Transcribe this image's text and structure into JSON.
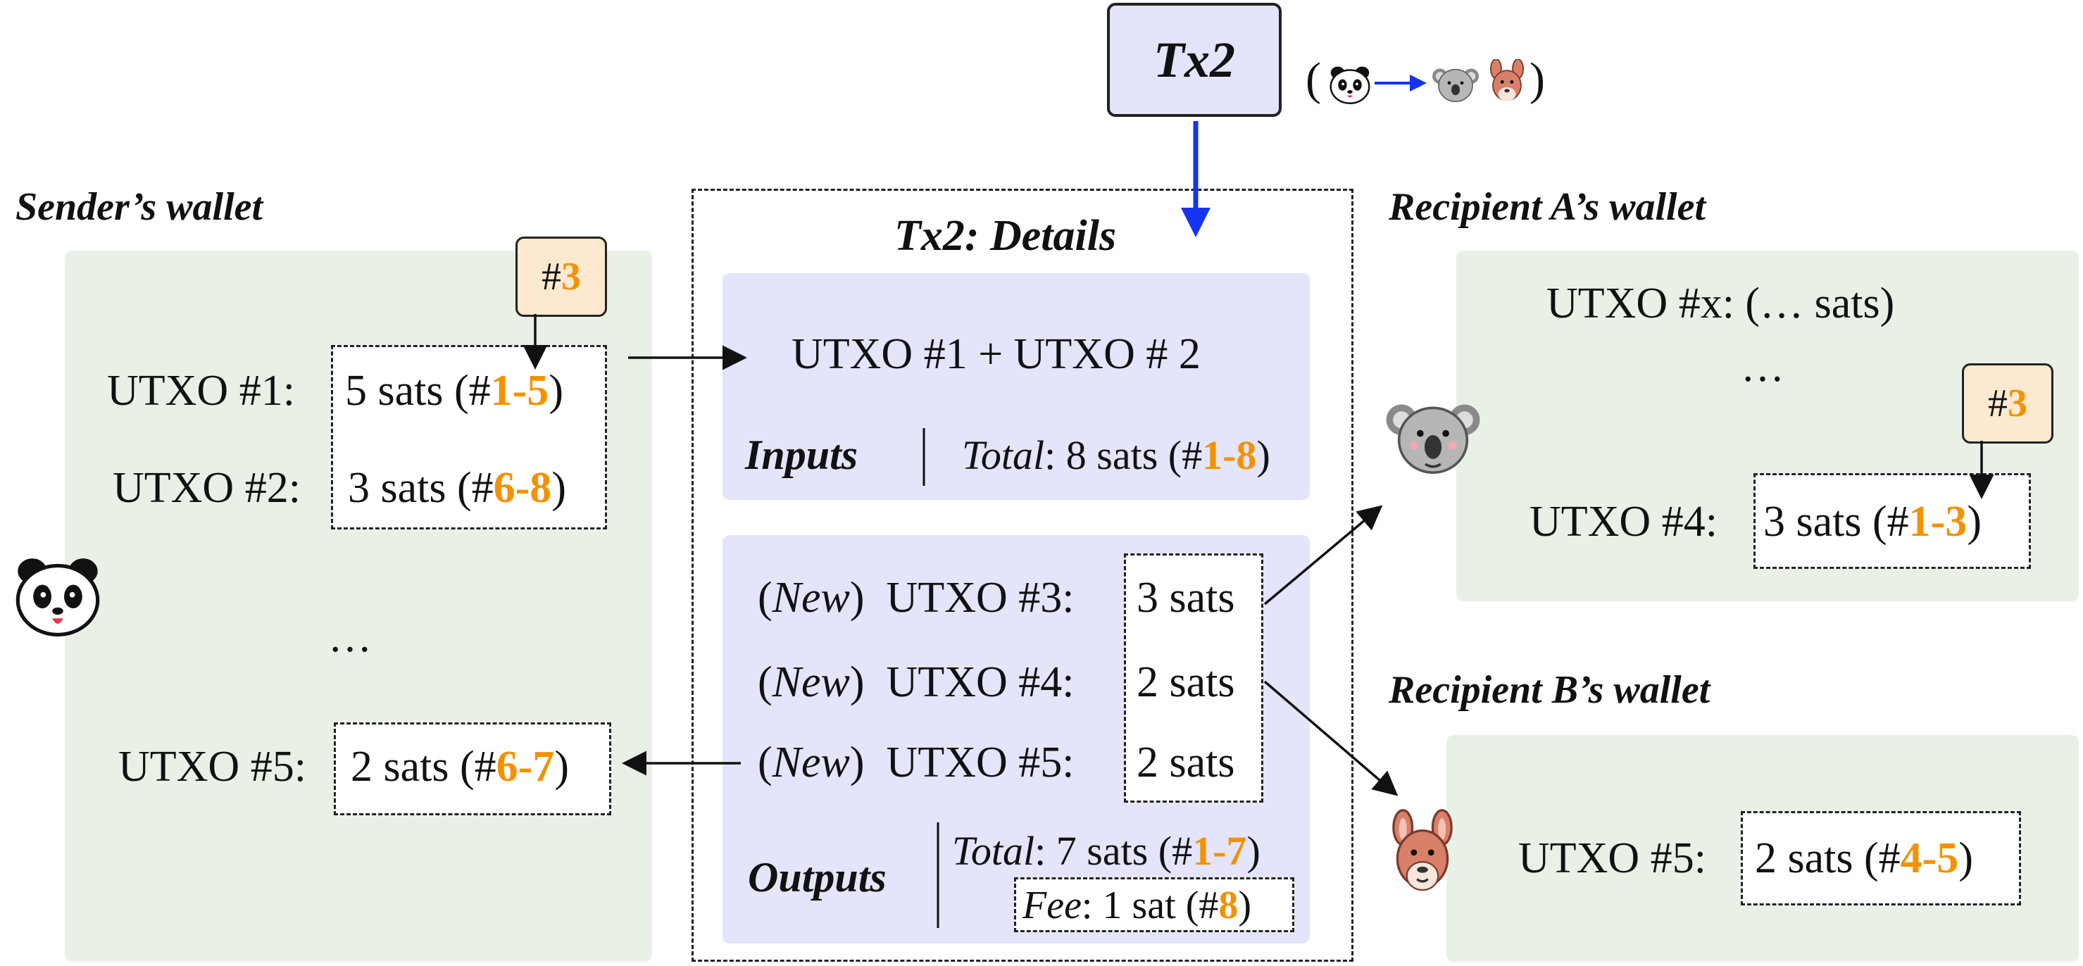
{
  "tx": {
    "title": "Tx2",
    "details_title": "Tx2: Details",
    "paren_open": "(",
    "paren_close": ")"
  },
  "sender": {
    "heading": "Sender’s wallet",
    "utxos": [
      {
        "label": "UTXO #1:",
        "amount": "5 sats (#",
        "range": "1-5",
        "close": ")"
      },
      {
        "label": "UTXO #2:",
        "amount": "3 sats (#",
        "range": "6-8",
        "close": ")"
      }
    ],
    "ellipsis": "…",
    "change": {
      "label": "UTXO #5:",
      "amount": "2 sats (#",
      "range": "6-7",
      "close": ")"
    },
    "tag": {
      "hash": "# ",
      "num": "3"
    }
  },
  "inputs": {
    "sum": "UTXO #1 + UTXO # 2",
    "title": "Inputs",
    "total_label": "Total",
    "total_value": ": 8 sats (#",
    "total_range": "1-8",
    "close": ")"
  },
  "outputs": {
    "rows": [
      {
        "new": "New",
        "label": "UTXO #3:",
        "amount": "3 sats"
      },
      {
        "new": "New",
        "label": "UTXO #4:",
        "amount": "2 sats"
      },
      {
        "new": "New",
        "label": "UTXO #5:",
        "amount": "2 sats"
      }
    ],
    "title": "Outputs",
    "total_label": "Total",
    "total_value": ": 7 sats (#",
    "total_range": "1-7",
    "fee_label": "Fee",
    "fee_value": ": 1 sat (#",
    "fee_range": "8",
    "close": ")"
  },
  "recipient_a": {
    "heading": "Recipient A’s wallet",
    "utxo_x": "UTXO #x:  (… sats)",
    "ellipsis": "…",
    "utxo": {
      "label": "UTXO #4:",
      "amount": "3 sats (#",
      "range": "1-3",
      "close": ")"
    },
    "tag": {
      "hash": "# ",
      "num": "3"
    }
  },
  "recipient_b": {
    "heading": "Recipient B’s wallet",
    "utxo": {
      "label": "UTXO #5:",
      "amount": "2 sats (#",
      "range": "4-5",
      "close": ")"
    }
  },
  "colors": {
    "accent_orange": "#f39200",
    "arrow_blue": "#1533f5",
    "panel_green": "#e9f1e7",
    "panel_blue": "#e4e4fb",
    "tag_fill": "#fde9cf"
  },
  "icons": [
    "panda-icon",
    "koala-icon",
    "kangaroo-icon"
  ]
}
